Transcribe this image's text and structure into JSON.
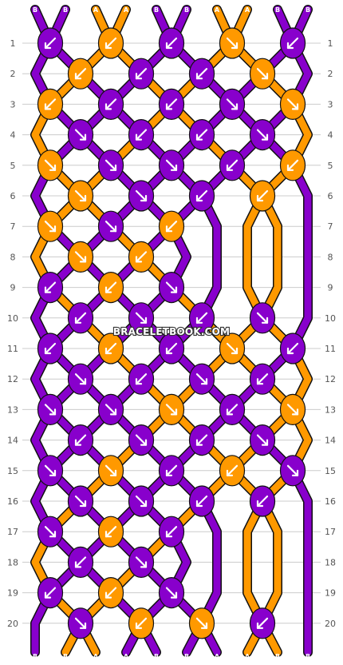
{
  "watermark": "BRACELETBOOK.COM",
  "colors": {
    "A": "#ff9900",
    "B": "#8800cc",
    "grid": "#cccccc",
    "outline": "#111111",
    "arrow": "#ffffff"
  },
  "strands_top": [
    "B",
    "B",
    "A",
    "A",
    "B",
    "B",
    "A",
    "A",
    "B",
    "B"
  ],
  "strands_bottom": [
    "B",
    "B",
    "A",
    "A",
    "B",
    "B",
    "A",
    "A",
    "B",
    "B"
  ],
  "rows": [
    {
      "n": "1",
      "knots": [
        {
          "c": "B",
          "d": "dl"
        },
        {
          "c": "A",
          "d": "dl"
        },
        {
          "c": "B",
          "d": "dl"
        },
        {
          "c": "A",
          "d": "dr"
        },
        {
          "c": "B",
          "d": "dl"
        }
      ]
    },
    {
      "n": "2",
      "knots": [
        {
          "c": "A",
          "d": "dl"
        },
        {
          "c": "B",
          "d": "dl"
        },
        {
          "c": "B",
          "d": "dl"
        },
        {
          "c": "A",
          "d": "dr"
        }
      ]
    },
    {
      "n": "3",
      "knots": [
        {
          "c": "A",
          "d": "dl"
        },
        {
          "c": "B",
          "d": "dl"
        },
        {
          "c": "B",
          "d": "dl"
        },
        {
          "c": "B",
          "d": "dr"
        },
        {
          "c": "A",
          "d": "dr"
        }
      ]
    },
    {
      "n": "4",
      "knots": [
        {
          "c": "B",
          "d": "dr"
        },
        {
          "c": "B",
          "d": "dl"
        },
        {
          "c": "B",
          "d": "dl"
        },
        {
          "c": "B",
          "d": "dr"
        }
      ]
    },
    {
      "n": "5",
      "knots": [
        {
          "c": "A",
          "d": "dr"
        },
        {
          "c": "B",
          "d": "dr"
        },
        {
          "c": "B",
          "d": "dr"
        },
        {
          "c": "B",
          "d": "dl"
        },
        {
          "c": "A",
          "d": "dl"
        }
      ]
    },
    {
      "n": "6",
      "knots": [
        {
          "c": "A",
          "d": "dr"
        },
        {
          "c": "B",
          "d": "dr"
        },
        {
          "c": "B",
          "d": "dl"
        },
        {
          "c": "A",
          "d": "dl"
        }
      ]
    },
    {
      "n": "7",
      "knots": [
        {
          "c": "A",
          "d": "dr"
        },
        {
          "c": "B",
          "d": "dr"
        },
        {
          "c": "A",
          "d": "dl"
        }
      ]
    },
    {
      "n": "8",
      "knots": [
        {
          "c": "A",
          "d": "dr"
        },
        {
          "c": "A",
          "d": "dl"
        }
      ]
    },
    {
      "n": "9",
      "knots": [
        {
          "c": "B",
          "d": "dl"
        },
        {
          "c": "A",
          "d": "dl"
        },
        {
          "c": "B",
          "d": "dr"
        }
      ]
    },
    {
      "n": "10",
      "knots": [
        {
          "c": "B",
          "d": "dl"
        },
        {
          "c": "B",
          "d": "dr"
        },
        {
          "c": "B",
          "d": "dl"
        },
        {
          "c": "B",
          "d": "dr"
        }
      ]
    },
    {
      "n": "11",
      "knots": [
        {
          "c": "B",
          "d": "dl"
        },
        {
          "c": "A",
          "d": "dl"
        },
        {
          "c": "B",
          "d": "dl"
        },
        {
          "c": "A",
          "d": "dr"
        },
        {
          "c": "B",
          "d": "dl"
        }
      ]
    },
    {
      "n": "12",
      "knots": [
        {
          "c": "B",
          "d": "dr"
        },
        {
          "c": "B",
          "d": "dl"
        },
        {
          "c": "B",
          "d": "dr"
        },
        {
          "c": "B",
          "d": "dl"
        }
      ]
    },
    {
      "n": "13",
      "knots": [
        {
          "c": "B",
          "d": "dr"
        },
        {
          "c": "B",
          "d": "dr"
        },
        {
          "c": "A",
          "d": "dr"
        },
        {
          "c": "B",
          "d": "dl"
        },
        {
          "c": "A",
          "d": "dr"
        }
      ]
    },
    {
      "n": "14",
      "knots": [
        {
          "c": "B",
          "d": "dl"
        },
        {
          "c": "B",
          "d": "dr"
        },
        {
          "c": "B",
          "d": "dl"
        },
        {
          "c": "B",
          "d": "dr"
        }
      ]
    },
    {
      "n": "15",
      "knots": [
        {
          "c": "B",
          "d": "dr"
        },
        {
          "c": "A",
          "d": "dr"
        },
        {
          "c": "B",
          "d": "dl"
        },
        {
          "c": "A",
          "d": "dl"
        },
        {
          "c": "B",
          "d": "dr"
        }
      ]
    },
    {
      "n": "16",
      "knots": [
        {
          "c": "B",
          "d": "dr"
        },
        {
          "c": "B",
          "d": "dr"
        },
        {
          "c": "B",
          "d": "dl"
        },
        {
          "c": "B",
          "d": "dl"
        }
      ]
    },
    {
      "n": "17",
      "knots": [
        {
          "c": "B",
          "d": "dr"
        },
        {
          "c": "A",
          "d": "dl"
        },
        {
          "c": "B",
          "d": "dl"
        }
      ]
    },
    {
      "n": "18",
      "knots": [
        {
          "c": "B",
          "d": "dl"
        },
        {
          "c": "B",
          "d": "dr"
        }
      ]
    },
    {
      "n": "19",
      "knots": [
        {
          "c": "B",
          "d": "dl"
        },
        {
          "c": "A",
          "d": "dl"
        },
        {
          "c": "B",
          "d": "dr"
        }
      ]
    },
    {
      "n": "20",
      "knots": [
        {
          "c": "B",
          "d": "dr"
        },
        {
          "c": "A",
          "d": "dl"
        },
        {
          "c": "A",
          "d": "dr"
        },
        {
          "c": "B",
          "d": "dl"
        }
      ]
    }
  ]
}
